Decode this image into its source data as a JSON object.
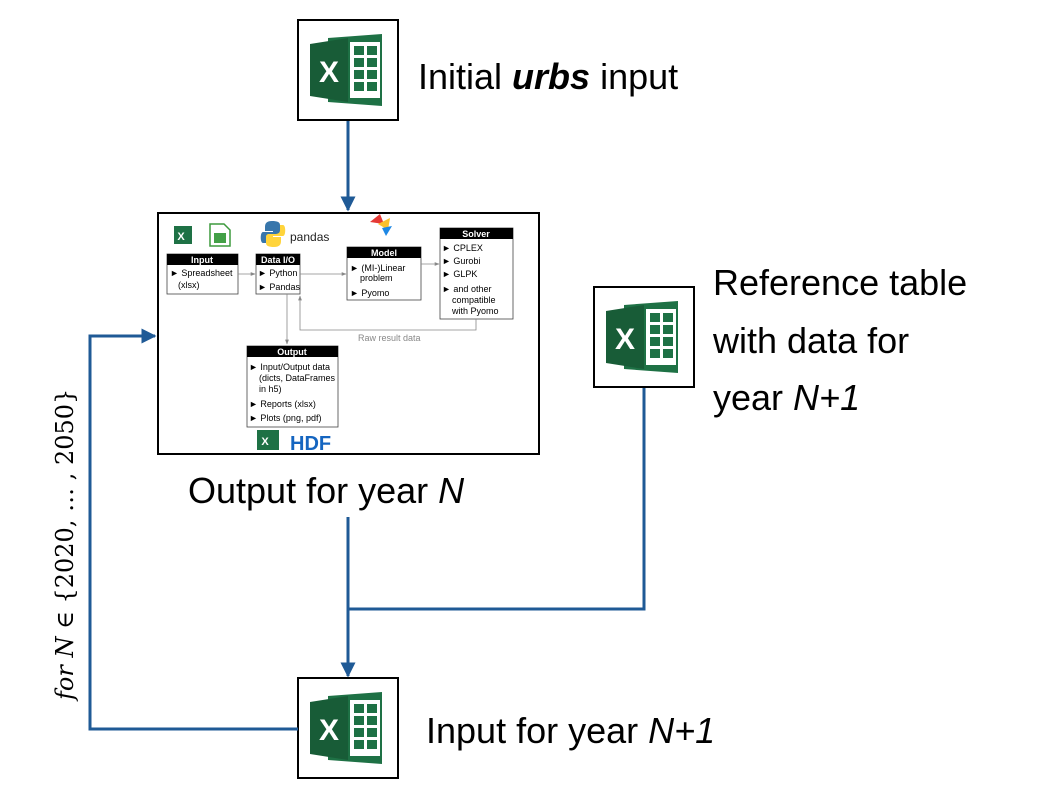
{
  "initial_input": {
    "prefix": "Initial ",
    "bold": "urbs",
    "suffix": " input"
  },
  "reference": {
    "line1": "Reference table",
    "line2": "with data for",
    "line3_prefix": "year ",
    "line3_var": "N+1"
  },
  "output_caption": {
    "prefix": "Output for year ",
    "var": "N"
  },
  "input_next": {
    "prefix": "Input for year ",
    "var": "N+1"
  },
  "loop_label": {
    "for": "for",
    "var": "N",
    "rest": " ∈ {2020, … , 2050}"
  },
  "excel_letter": "X",
  "colors": {
    "arrow": "#1f5a96",
    "excel_green": "#1e7145",
    "excel_dark": "#185c37"
  },
  "inner": {
    "pandas": "pandas",
    "input": {
      "header": "Input",
      "items": [
        "Spreadsheet",
        "(xlsx)"
      ]
    },
    "dataio": {
      "header": "Data I/O",
      "items": [
        "Python",
        "Pandas"
      ]
    },
    "model": {
      "header": "Model",
      "items": [
        "(MI-)Linear",
        "problem",
        "Pyomo"
      ]
    },
    "solver": {
      "header": "Solver",
      "items": [
        "CPLEX",
        "Gurobi",
        "GLPK",
        "and other",
        "compatible",
        "with Pyomo"
      ]
    },
    "output": {
      "header": "Output",
      "items": [
        "Input/Output data",
        "(dicts, DataFrames",
        "in h5)",
        "Reports (xlsx)",
        "Plots (png, pdf)"
      ]
    },
    "raw_result": "Raw result data",
    "hdf_logo": "HDF"
  }
}
